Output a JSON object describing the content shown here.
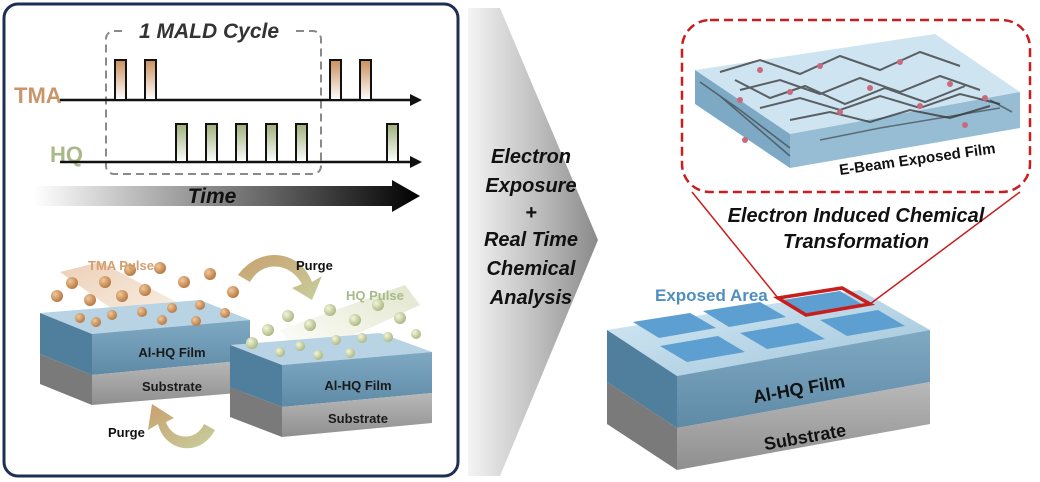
{
  "pulse_panel": {
    "cycle_label": "1 MALD Cycle",
    "tma_label": "TMA",
    "hq_label": "HQ",
    "time_label": "Time"
  },
  "process_scheme": {
    "tma_pulse": "TMA Pulse",
    "hq_pulse": "HQ Pulse",
    "purge_top": "Purge",
    "purge_bottom": "Purge",
    "film_left": "Al-HQ Film",
    "substrate_left": "Substrate",
    "film_right": "Al-HQ Film",
    "substrate_right": "Substrate"
  },
  "center_arrow": {
    "lines": [
      "Electron",
      "Exposure",
      "+",
      "Real Time",
      "Chemical",
      "Analysis"
    ]
  },
  "exposed_sample": {
    "exposed_area": "Exposed Area",
    "film": "Al-HQ Film",
    "substrate": "Substrate"
  },
  "inset": {
    "film_label": "E-Beam Exposed Film",
    "caption_line1": "Electron Induced Chemical",
    "caption_line2": "Transformation"
  },
  "colors": {
    "panel_border": "#1f2f52",
    "tma": "#c9956a",
    "hq": "#a9b98a",
    "film_top": "#a6c9dc",
    "film_side": "#6f9cb8",
    "substrate": "#a9a9a9",
    "exposed_square": "#5d9fd0",
    "highlight_red": "#c81e1e",
    "exposed_area_text": "#4f8fbf"
  }
}
